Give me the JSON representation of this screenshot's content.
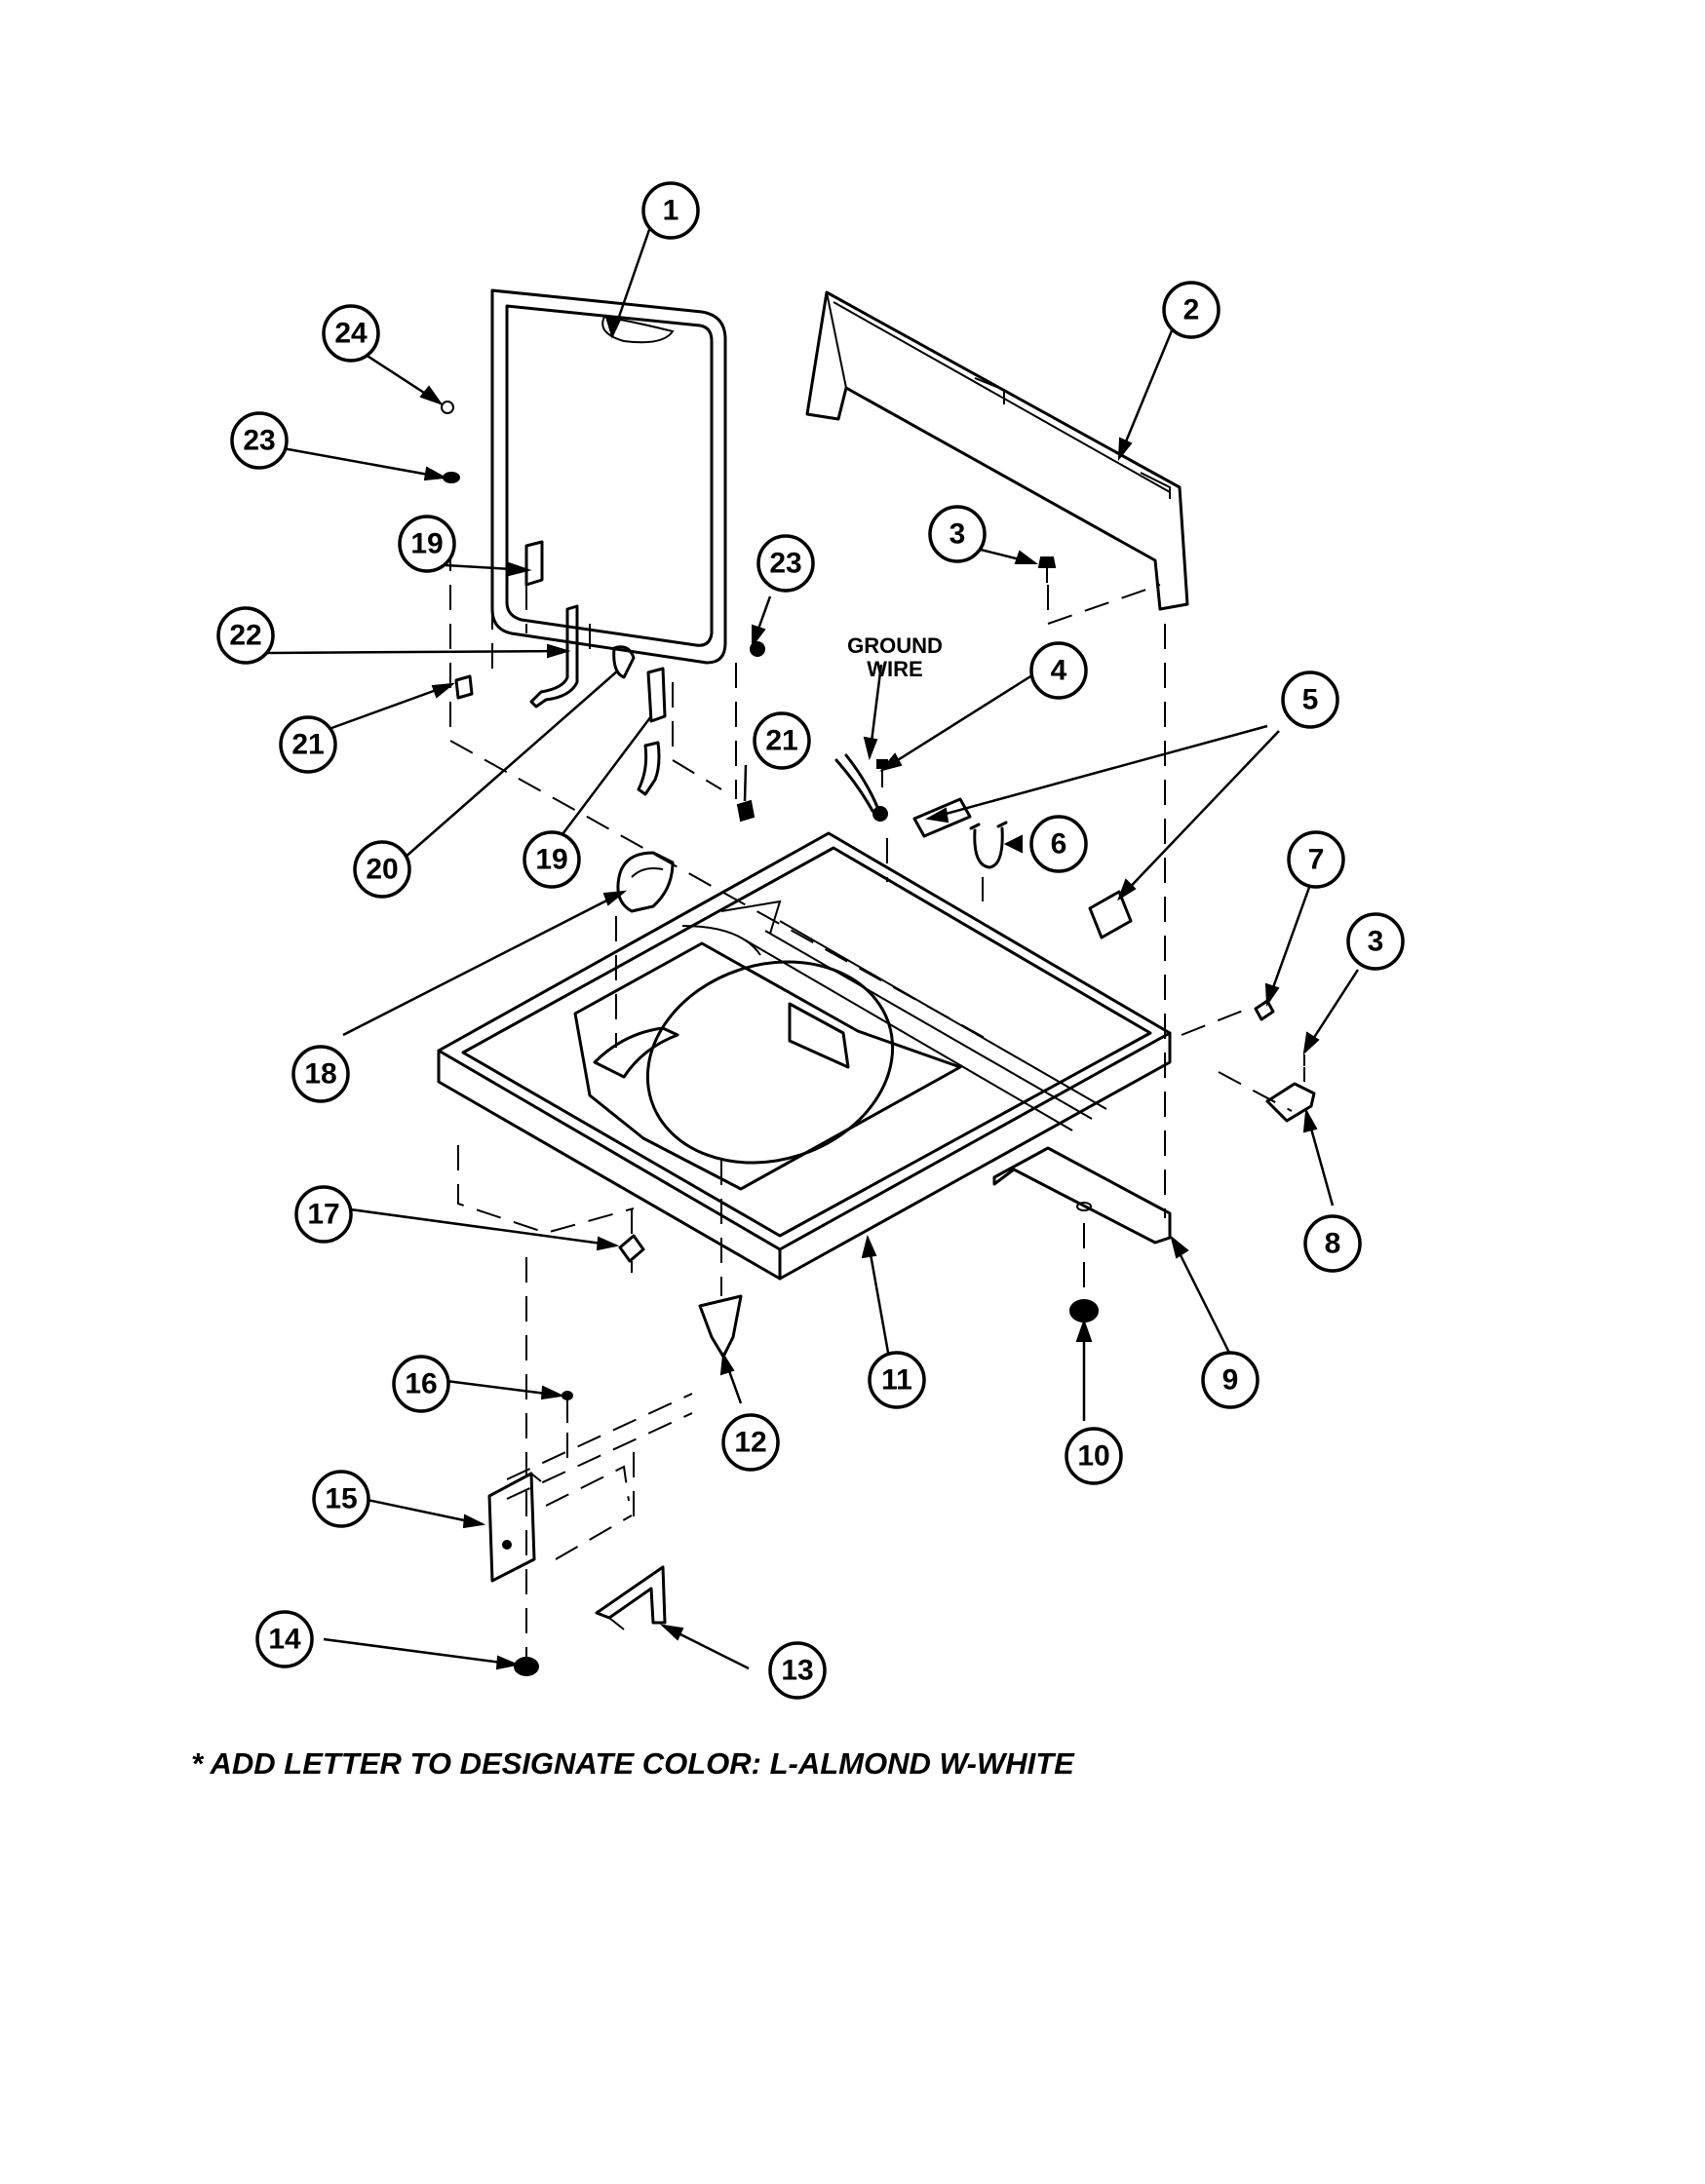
{
  "ground_wire_label": [
    "GROUND",
    "WIRE"
  ],
  "note": "* ADD LETTER TO DESIGNATE COLOR: L-ALMOND  W-WHITE",
  "callouts": [
    {
      "id": "c1",
      "label": "1"
    },
    {
      "id": "c2",
      "label": "2"
    },
    {
      "id": "c3a",
      "label": "3"
    },
    {
      "id": "c3b",
      "label": "3"
    },
    {
      "id": "c4",
      "label": "4"
    },
    {
      "id": "c5",
      "label": "5"
    },
    {
      "id": "c6",
      "label": "6"
    },
    {
      "id": "c7",
      "label": "7"
    },
    {
      "id": "c8",
      "label": "8"
    },
    {
      "id": "c9",
      "label": "9"
    },
    {
      "id": "c10",
      "label": "10"
    },
    {
      "id": "c11",
      "label": "11"
    },
    {
      "id": "c12",
      "label": "12"
    },
    {
      "id": "c13",
      "label": "13"
    },
    {
      "id": "c14",
      "label": "14"
    },
    {
      "id": "c15",
      "label": "15"
    },
    {
      "id": "c16",
      "label": "16"
    },
    {
      "id": "c17",
      "label": "17"
    },
    {
      "id": "c18",
      "label": "18"
    },
    {
      "id": "c19a",
      "label": "19"
    },
    {
      "id": "c19b",
      "label": "19"
    },
    {
      "id": "c20",
      "label": "20"
    },
    {
      "id": "c21a",
      "label": "21"
    },
    {
      "id": "c21b",
      "label": "21"
    },
    {
      "id": "c22",
      "label": "22"
    },
    {
      "id": "c23a",
      "label": "23"
    },
    {
      "id": "c23b",
      "label": "23"
    },
    {
      "id": "c24",
      "label": "24"
    }
  ]
}
